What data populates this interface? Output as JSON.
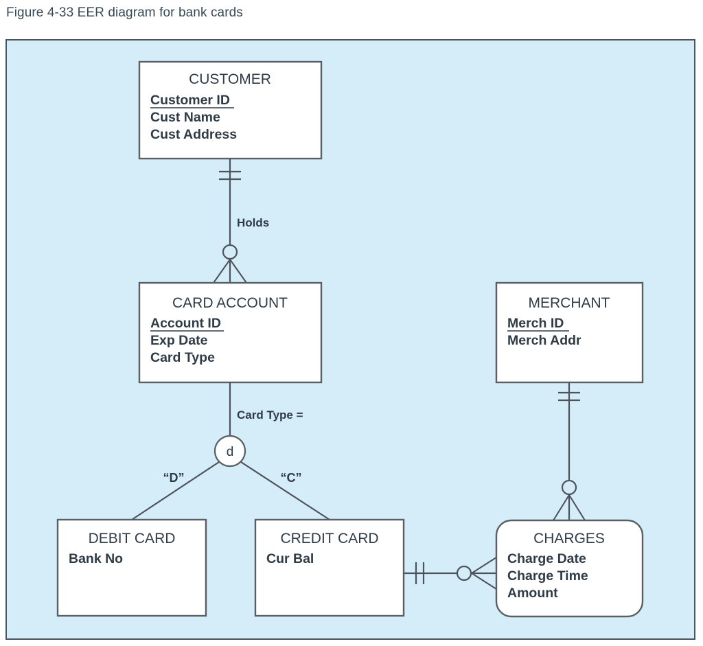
{
  "figure": {
    "caption": "Figure 4-33 EER diagram for bank cards"
  },
  "canvas": {
    "background_color": "#d4edf8",
    "border_color": "#4a555e",
    "entity_fill": "#ffffff",
    "line_color": "#4d5358",
    "text_color": "#2f3b46"
  },
  "diagram": {
    "type": "eer",
    "notation": "crow's foot",
    "entities": [
      {
        "id": "customer",
        "name": "CUSTOMER",
        "shape": "rectangle",
        "role": "strong-entity",
        "attributes": [
          {
            "label": "Customer ID",
            "primary_key": true
          },
          {
            "label": "Cust Name",
            "primary_key": false
          },
          {
            "label": "Cust Address",
            "primary_key": false
          }
        ]
      },
      {
        "id": "card-account",
        "name": "CARD ACCOUNT",
        "shape": "rectangle",
        "role": "supertype",
        "attributes": [
          {
            "label": "Account ID",
            "primary_key": true
          },
          {
            "label": "Exp Date",
            "primary_key": false
          },
          {
            "label": "Card Type",
            "primary_key": false
          }
        ]
      },
      {
        "id": "merchant",
        "name": "MERCHANT",
        "shape": "rectangle",
        "role": "strong-entity",
        "attributes": [
          {
            "label": "Merch ID",
            "primary_key": true
          },
          {
            "label": "Merch Addr",
            "primary_key": false
          }
        ]
      },
      {
        "id": "debit-card",
        "name": "DEBIT CARD",
        "shape": "rectangle",
        "role": "subtype",
        "attributes": [
          {
            "label": "Bank No",
            "primary_key": false
          }
        ]
      },
      {
        "id": "credit-card",
        "name": "CREDIT CARD",
        "shape": "rectangle",
        "role": "subtype",
        "attributes": [
          {
            "label": "Cur Bal",
            "primary_key": false
          }
        ]
      },
      {
        "id": "charges",
        "name": "CHARGES",
        "shape": "rounded-rectangle",
        "role": "associative-entity",
        "attributes": [
          {
            "label": "Charge Date",
            "primary_key": false
          },
          {
            "label": "Charge Time",
            "primary_key": false
          },
          {
            "label": "Amount",
            "primary_key": false
          }
        ]
      }
    ],
    "relationships": [
      {
        "id": "holds",
        "label": "Holds",
        "from": "customer",
        "to": "card-account",
        "from_cardinality": "one-mandatory",
        "to_cardinality": "zero-or-many"
      },
      {
        "id": "merchant-charges",
        "label": "",
        "from": "merchant",
        "to": "charges",
        "from_cardinality": "one-mandatory",
        "to_cardinality": "zero-or-many"
      },
      {
        "id": "creditcard-charges",
        "label": "",
        "from": "credit-card",
        "to": "charges",
        "from_cardinality": "one-mandatory",
        "to_cardinality": "zero-or-many"
      }
    ],
    "subtype_relationship": {
      "id": "card-type-subtype",
      "symbol": "d",
      "symbol_meaning": "disjoint",
      "discriminator": "Card Type =",
      "supertype": "card-account",
      "branches": [
        {
          "label": "“D”",
          "subtype": "debit-card"
        },
        {
          "label": "“C”",
          "subtype": "credit-card"
        }
      ]
    }
  }
}
